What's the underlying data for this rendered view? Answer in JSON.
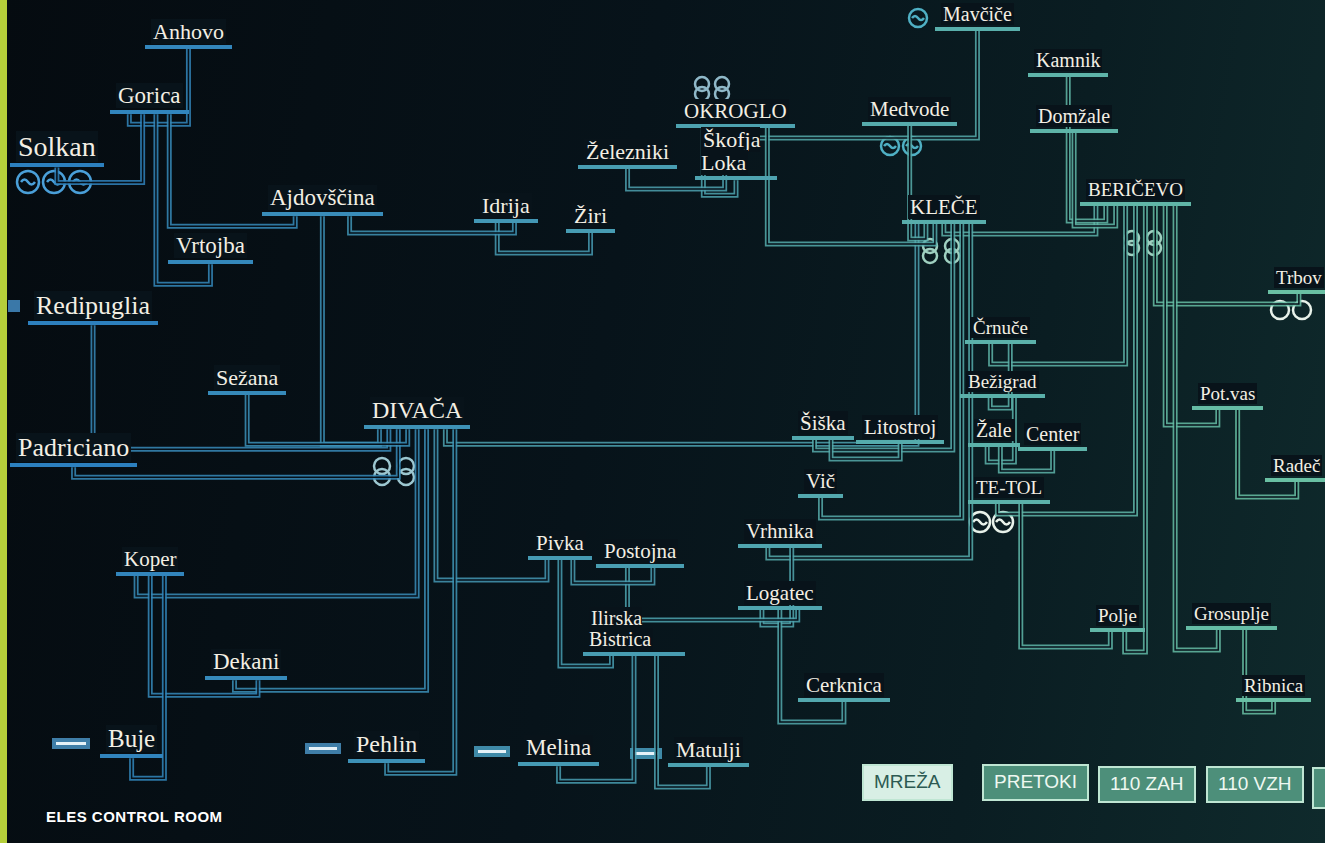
{
  "diagram": {
    "caption": "ELES CONTROL ROOM",
    "nodes": [
      {
        "text": [
          "Mavčiče"
        ]
      },
      {
        "text": [
          "Anhovo"
        ]
      },
      {
        "text": [
          "Kamnik"
        ]
      },
      {
        "text": [
          "Gorica"
        ]
      },
      {
        "text": [
          "OKROGLO"
        ]
      },
      {
        "text": [
          "Medvode"
        ]
      },
      {
        "text": [
          "Domžale"
        ]
      },
      {
        "text": [
          "Solkan"
        ]
      },
      {
        "text": [
          "Železniki"
        ]
      },
      {
        "text": [
          "Škofja Loka"
        ]
      },
      {
        "text": [
          "BERIČEVO"
        ]
      },
      {
        "text": [
          "Ajdovščina"
        ]
      },
      {
        "text": [
          "Idrija"
        ]
      },
      {
        "text": [
          "Žiri"
        ]
      },
      {
        "text": [
          "KLEČE"
        ]
      },
      {
        "text": [
          "Vrtojba"
        ]
      },
      {
        "text": [
          "Trbov"
        ]
      },
      {
        "text": [
          "Redipuglia"
        ]
      },
      {
        "text": [
          "Črnuče"
        ]
      },
      {
        "text": [
          "Sežana"
        ]
      },
      {
        "text": [
          "Pot.vas"
        ]
      },
      {
        "text": [
          "Bežigrad"
        ]
      },
      {
        "text": [
          "DIVAČA"
        ]
      },
      {
        "text": [
          "Šiška"
        ]
      },
      {
        "text": [
          "Litostroj"
        ]
      },
      {
        "text": [
          "Žale"
        ]
      },
      {
        "text": [
          "Center"
        ]
      },
      {
        "text": [
          "Radeč"
        ]
      },
      {
        "text": [
          "Padriciano"
        ]
      },
      {
        "text": [
          "Vič"
        ]
      },
      {
        "text": [
          "TE-TOL"
        ]
      },
      {
        "text": [
          "Vrhnika"
        ]
      },
      {
        "text": [
          "Koper"
        ]
      },
      {
        "text": [
          "Pivka"
        ]
      },
      {
        "text": [
          "Postojna"
        ]
      },
      {
        "text": [
          "Logatec"
        ]
      },
      {
        "text": [
          "Ilirska Bistrica"
        ]
      },
      {
        "text": [
          "Polje"
        ]
      },
      {
        "text": [
          "Grosuplje"
        ]
      },
      {
        "text": [
          "Dekani"
        ]
      },
      {
        "text": [
          "Cerknica"
        ]
      },
      {
        "text": [
          "Ribnica"
        ]
      },
      {
        "text": [
          "Buje"
        ]
      },
      {
        "text": [
          "Pehlin"
        ]
      },
      {
        "text": [
          "Melina"
        ]
      },
      {
        "text": [
          "Matulji"
        ]
      },
      {
        "text": [
          "MREŽA"
        ]
      },
      {
        "text": [
          "PRETOKI"
        ]
      },
      {
        "text": [
          "110 ZAH"
        ]
      },
      {
        "text": [
          "110 VZH"
        ]
      }
    ],
    "edges": [
      {
        "from": 1,
        "to": 3,
        "arrow": "none"
      },
      {
        "from": 7,
        "to": 3,
        "arrow": "none"
      },
      {
        "from": 3,
        "to": 15,
        "arrow": "none"
      },
      {
        "from": 3,
        "to": 11,
        "arrow": "none"
      },
      {
        "from": 11,
        "to": 22,
        "arrow": "none"
      },
      {
        "from": 17,
        "to": 22,
        "arrow": "none"
      },
      {
        "from": 28,
        "to": 22,
        "arrow": "none"
      },
      {
        "from": 19,
        "to": 22,
        "arrow": "none"
      },
      {
        "from": 22,
        "to": 32,
        "arrow": "none"
      },
      {
        "from": 22,
        "to": 39,
        "arrow": "none"
      },
      {
        "from": 32,
        "to": 39,
        "arrow": "none"
      },
      {
        "from": 22,
        "to": 33,
        "arrow": "none"
      },
      {
        "from": 33,
        "to": 36,
        "arrow": "none"
      },
      {
        "from": 22,
        "to": 14,
        "arrow": "none"
      },
      {
        "from": 12,
        "to": 13,
        "arrow": "none"
      },
      {
        "from": 12,
        "to": 11,
        "arrow": "none"
      },
      {
        "from": 4,
        "to": 9,
        "arrow": "none"
      },
      {
        "from": 4,
        "to": 8,
        "arrow": "none"
      },
      {
        "from": 0,
        "to": 4,
        "arrow": "none"
      },
      {
        "from": 5,
        "to": 14,
        "arrow": "none"
      },
      {
        "from": 4,
        "to": 14,
        "arrow": "none"
      },
      {
        "from": 14,
        "to": 10,
        "arrow": "none"
      },
      {
        "from": 2,
        "to": 10,
        "arrow": "none"
      },
      {
        "from": 6,
        "to": 10,
        "arrow": "none"
      },
      {
        "from": 14,
        "to": 23,
        "arrow": "none"
      },
      {
        "from": 23,
        "to": 24,
        "arrow": "none"
      },
      {
        "from": 14,
        "to": 29,
        "arrow": "none"
      },
      {
        "from": 14,
        "to": 31,
        "arrow": "none"
      },
      {
        "from": 31,
        "to": 35,
        "arrow": "none"
      },
      {
        "from": 35,
        "to": 40,
        "arrow": "none"
      },
      {
        "from": 34,
        "to": 35,
        "arrow": "none"
      },
      {
        "from": 33,
        "to": 34,
        "arrow": "none"
      },
      {
        "from": 10,
        "to": 18,
        "arrow": "none"
      },
      {
        "from": 18,
        "to": 21,
        "arrow": "none"
      },
      {
        "from": 21,
        "to": 25,
        "arrow": "none"
      },
      {
        "from": 25,
        "to": 26,
        "arrow": "none"
      },
      {
        "from": 10,
        "to": 30,
        "arrow": "none"
      },
      {
        "from": 30,
        "to": 37,
        "arrow": "none"
      },
      {
        "from": 10,
        "to": 37,
        "arrow": "none"
      },
      {
        "from": 10,
        "to": 16,
        "arrow": "none"
      },
      {
        "from": 10,
        "to": 20,
        "arrow": "none"
      },
      {
        "from": 10,
        "to": 38,
        "arrow": "none"
      },
      {
        "from": 38,
        "to": 41,
        "arrow": "none"
      },
      {
        "from": 20,
        "to": 27,
        "arrow": "none"
      },
      {
        "from": 32,
        "to": 42,
        "arrow": "none"
      },
      {
        "from": 22,
        "to": 43,
        "arrow": "none"
      },
      {
        "from": 36,
        "to": 44,
        "arrow": "none"
      },
      {
        "from": 36,
        "to": 45,
        "arrow": "none"
      }
    ]
  }
}
